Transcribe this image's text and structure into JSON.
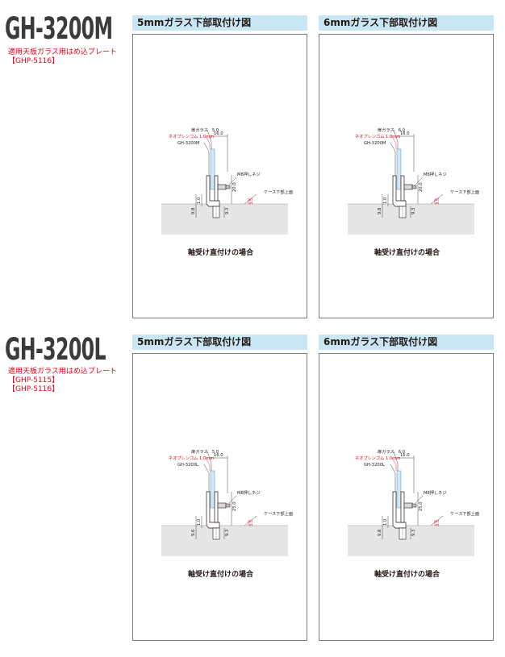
{
  "sections": [
    {
      "model": "GH-3200M",
      "subtitle": "適用天板ガラス用はめ込プレート",
      "parts": [
        "【GHP-5116】"
      ],
      "panels": [
        {
          "title": "5mmガラス下部取付け図",
          "glass_label": "扉ガラス　5.0",
          "glass_thickness": "5.0",
          "rubber_label": "ネオプレンゴム  1.0mm",
          "model_label": "GH-3200M",
          "width_dim": "16.0",
          "screw_label": "M8押しネジ",
          "height_dim": "20.0",
          "case_label": "ケース下部上面",
          "dim_a": "9.8",
          "dim_b": "1.0",
          "dim_c": "9.3",
          "dim_d": "3.5",
          "caption": "軸受け直付けの場合"
        },
        {
          "title": "6mmガラス下部取付け図",
          "glass_label": "扉ガラス　6.0",
          "glass_thickness": "6.0",
          "rubber_label": "ネオプレンゴム  1.0mm",
          "model_label": "GH-3200M",
          "width_dim": "16.0",
          "screw_label": "M8押しネジ",
          "height_dim": "20.0",
          "case_label": "ケース下部上面",
          "dim_a": "9.8",
          "dim_b": "1.0",
          "dim_c": "9.3",
          "dim_d": "3.5",
          "caption": "軸受け直付けの場合"
        }
      ]
    },
    {
      "model": "GH-3200L",
      "subtitle": "適用天板ガラス用はめ込プレート",
      "parts": [
        "【GHP-5115】",
        "【GHP-5116】"
      ],
      "panels": [
        {
          "title": "5mmガラス下部取付け図",
          "glass_label": "扉ガラス　5.0",
          "glass_thickness": "5.0",
          "rubber_label": "ネオプレンゴム  1.0mm",
          "model_label": "GH-3200L",
          "width_dim": "16.0",
          "screw_label": "M8押しネジ",
          "height_dim": "25.0",
          "case_label": "ケース下部上面",
          "dim_a": "9.6",
          "dim_b": "1.0",
          "dim_c": "9.3",
          "dim_d": "3.5",
          "caption": "軸受け直付けの場合"
        },
        {
          "title": "6mmガラス下部取付け図",
          "glass_label": "扉ガラス　6.0",
          "glass_thickness": "6.0",
          "rubber_label": "ネオプレンゴム  1.0mm",
          "model_label": "GH-3200L",
          "width_dim": "16.0",
          "screw_label": "M8押しネジ",
          "height_dim": "25.0",
          "case_label": "ケース下部上面",
          "dim_a": "9.8",
          "dim_b": "1.0",
          "dim_c": "9.3",
          "dim_d": "3.5",
          "caption": "軸受け直付けの場合"
        }
      ]
    }
  ],
  "colors": {
    "accent_red": "#e60012",
    "header_blue": "#c9e6f4",
    "floor_gray": "#e6e6e6",
    "glass_blue": "#cfe9f6"
  }
}
